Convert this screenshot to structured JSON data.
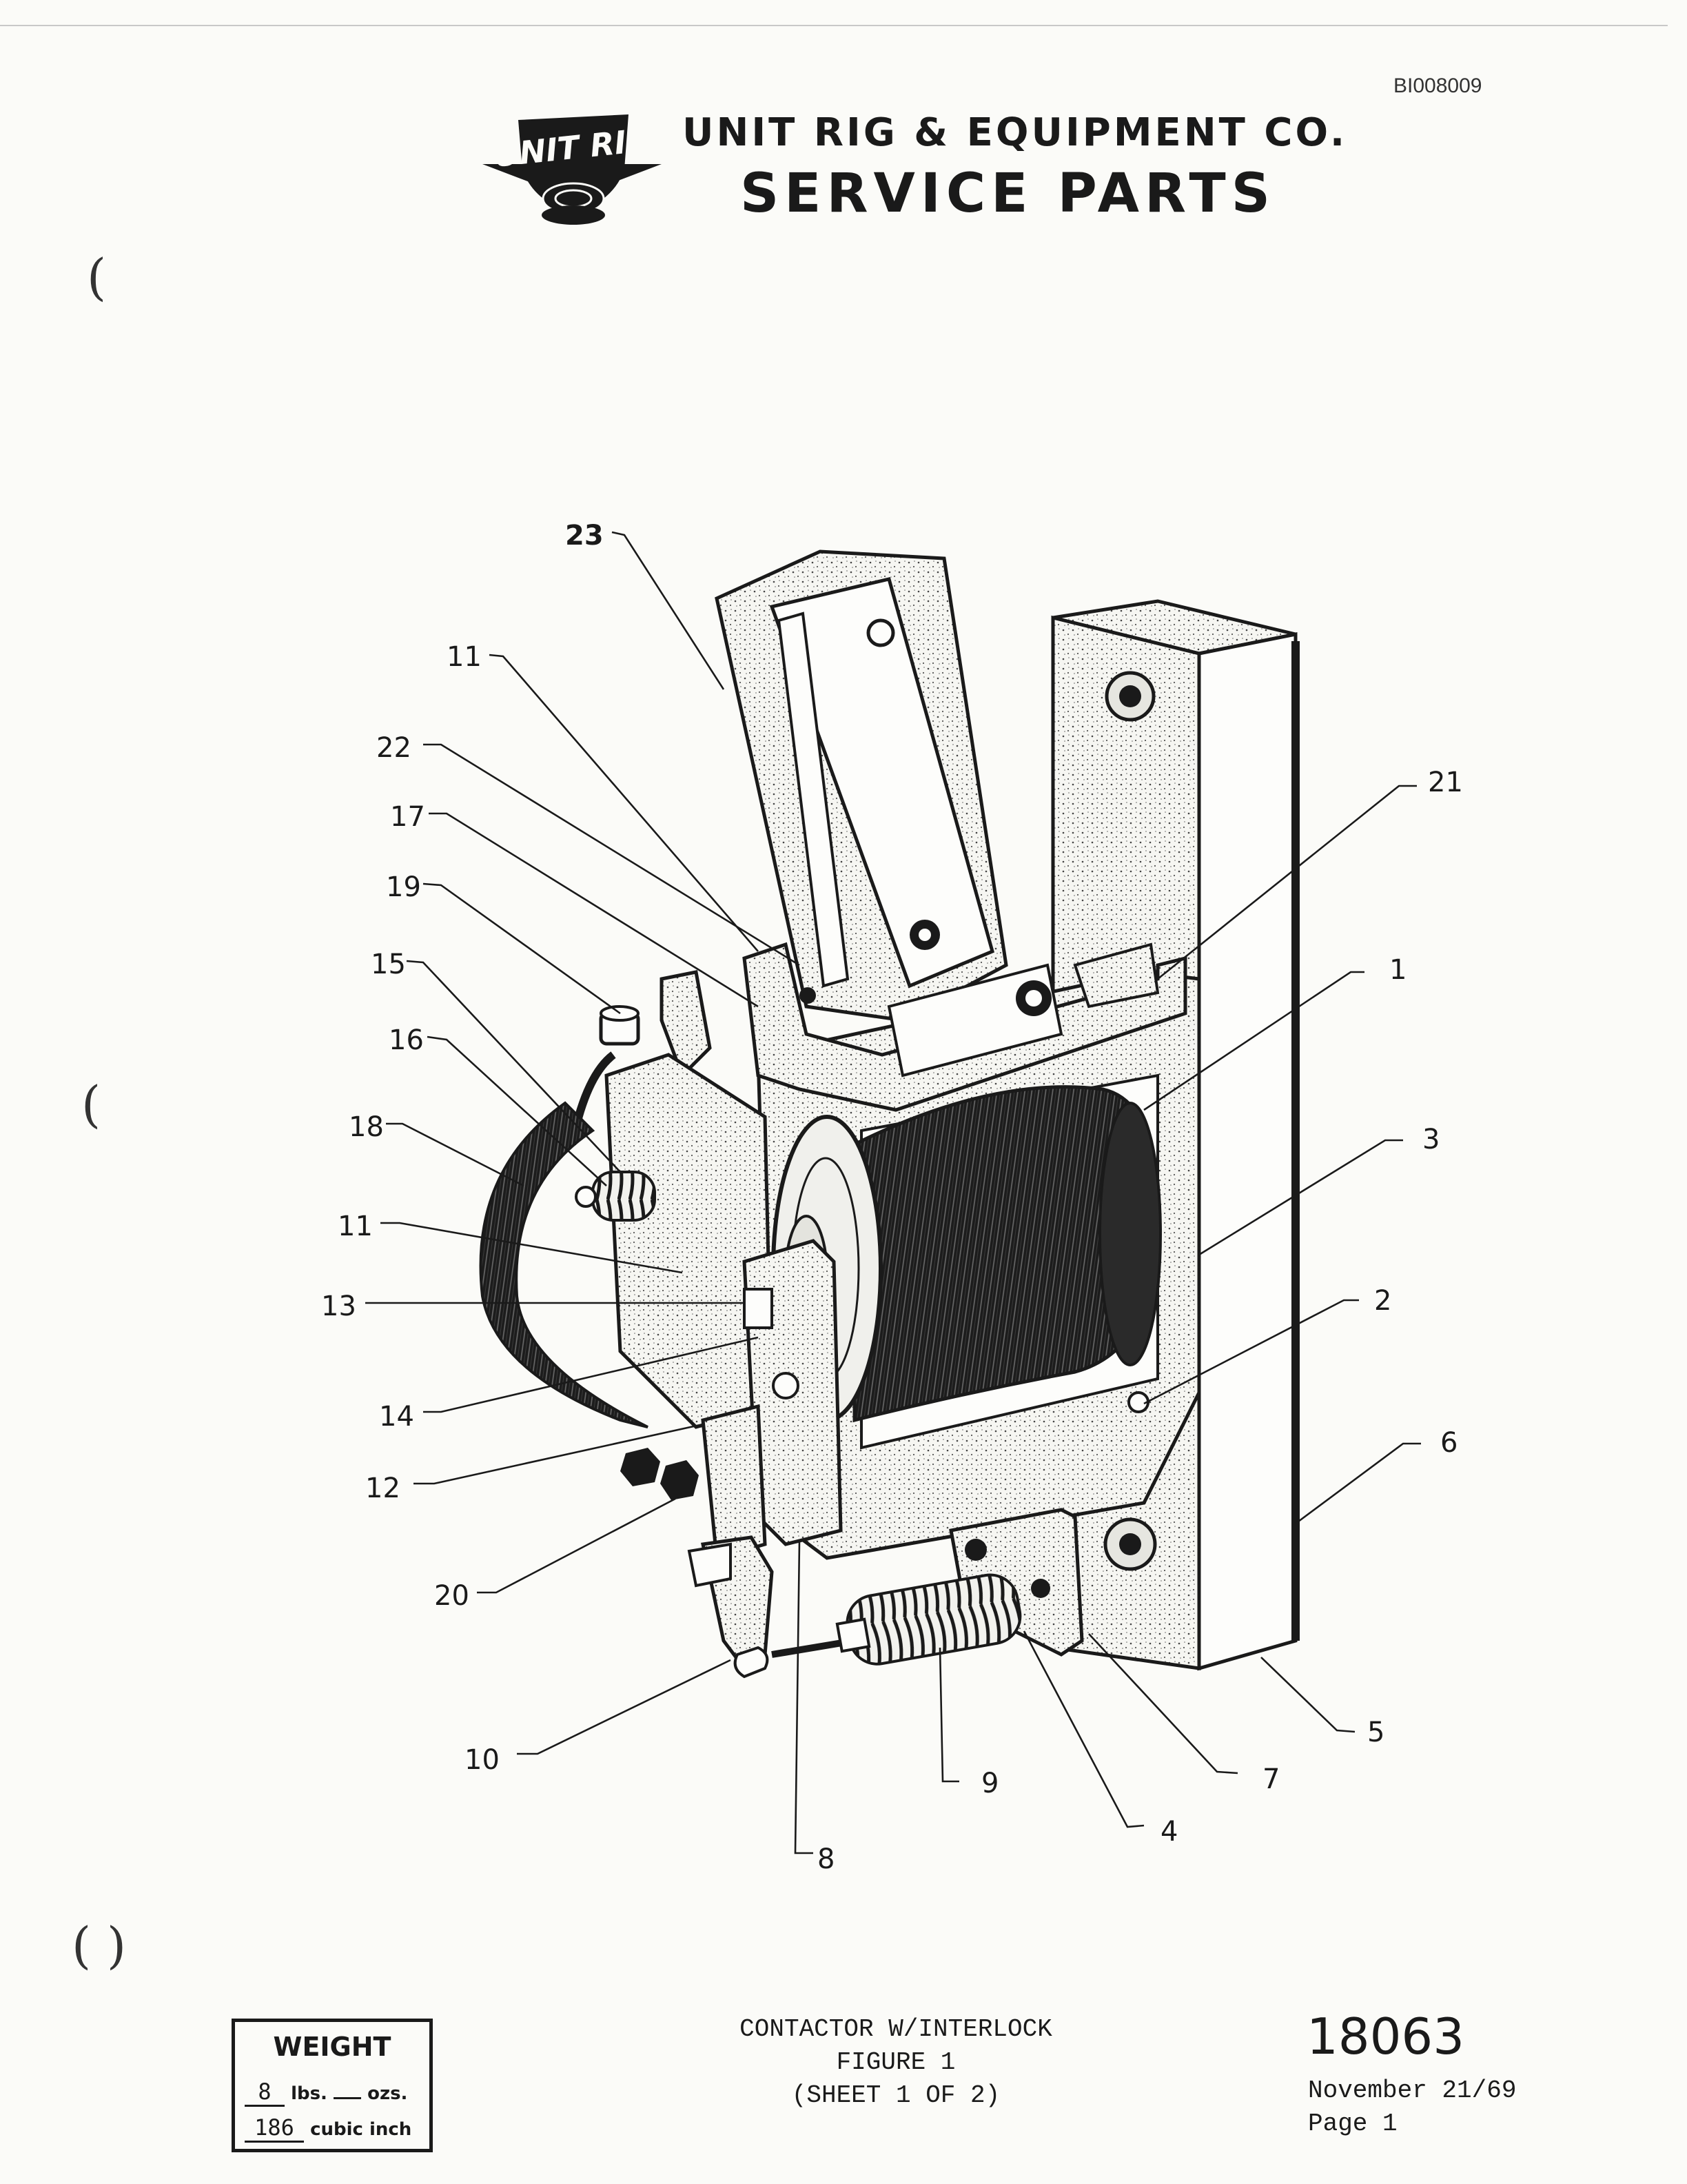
{
  "header": {
    "doc_id": "BI008009",
    "logo_text": "UNIT RIG",
    "company": "UNIT RIG & EQUIPMENT CO.",
    "service": "SERVICE PARTS"
  },
  "callouts": [
    "23",
    "11",
    "22",
    "17",
    "19",
    "15",
    "16",
    "18",
    "11",
    "13",
    "14",
    "12",
    "20",
    "10",
    "21",
    "1",
    "3",
    "2",
    "6",
    "5",
    "7",
    "4",
    "9",
    "8"
  ],
  "weight": {
    "title": "WEIGHT",
    "lbs": "8",
    "lbs_label": "lbs.",
    "ozs_label": "ozs.",
    "cubic": "186",
    "cubic_label": "cubic inch"
  },
  "caption": {
    "line1": "CONTACTOR W/INTERLOCK",
    "line2": "FIGURE 1",
    "line3": "(SHEET 1 OF 2)"
  },
  "footer": {
    "part_number": "18063",
    "date": "November 21/69",
    "page": "Page 1"
  }
}
